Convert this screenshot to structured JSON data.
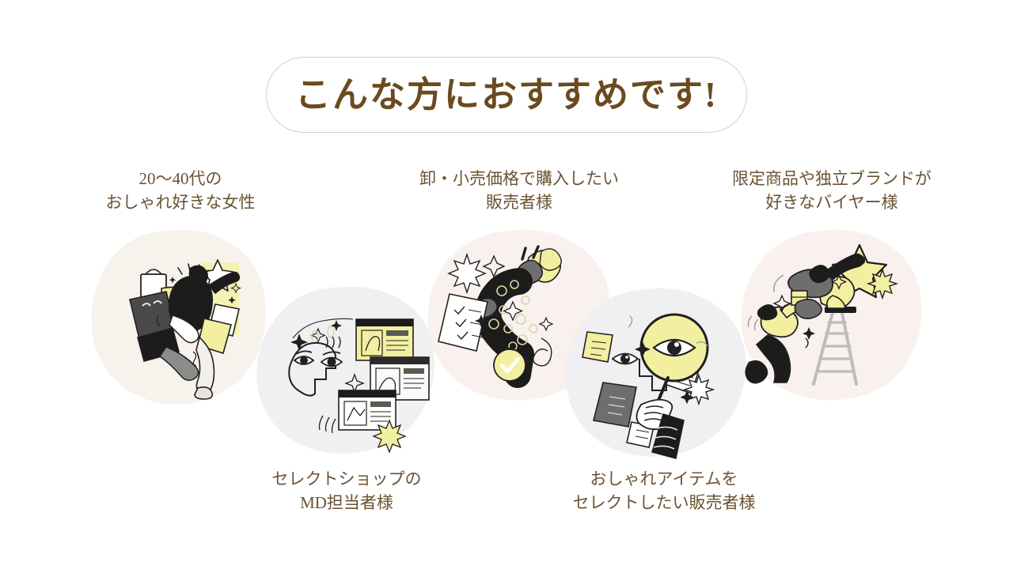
{
  "slide": {
    "background_color": "#FFFFFF",
    "title": {
      "text": "こんな方におすすめです!",
      "text_color": "#6B4A1E",
      "border_color": "#D9CEC0"
    }
  },
  "palette": {
    "caption_text": "#6B5233",
    "blob_cream": "#F7F2EC",
    "blob_gray": "#F0EFF1",
    "blob_pink_cream": "#F8F1EE",
    "accent_yellow": "#F2F0A0",
    "ink": "#231F20"
  },
  "items": [
    {
      "id": "shopper",
      "caption_line1": "20〜40代の",
      "caption_line2": "おしゃれ好きな女性",
      "illustration": "shopping-woman-illustration",
      "blob_color": "#F7F2EC",
      "caption_position": "above"
    },
    {
      "id": "md-staff",
      "caption_line1": "セレクトショップの",
      "caption_line2": "MD担当者様",
      "illustration": "face-browsing-catalogs-illustration",
      "blob_color": "#F0EFF1",
      "caption_position": "below"
    },
    {
      "id": "wholesale-buyer",
      "caption_line1": "卸・小売価格で購入したい",
      "caption_line2": "販売者様",
      "illustration": "question-mark-person-illustration",
      "blob_color": "#F8F1EE",
      "caption_position": "above"
    },
    {
      "id": "item-selector",
      "caption_line1": "おしゃれアイテムを",
      "caption_line2": "セレクトしたい販売者様",
      "illustration": "magnifying-glass-hand-illustration",
      "blob_color": "#F0EFF1",
      "caption_position": "below"
    },
    {
      "id": "limited-brand-buyer",
      "caption_line1": "限定商品や独立ブランドが",
      "caption_line2": "好きなバイヤー様",
      "illustration": "ladder-star-reaching-illustration",
      "blob_color": "#F8F1EE",
      "caption_position": "above"
    }
  ]
}
